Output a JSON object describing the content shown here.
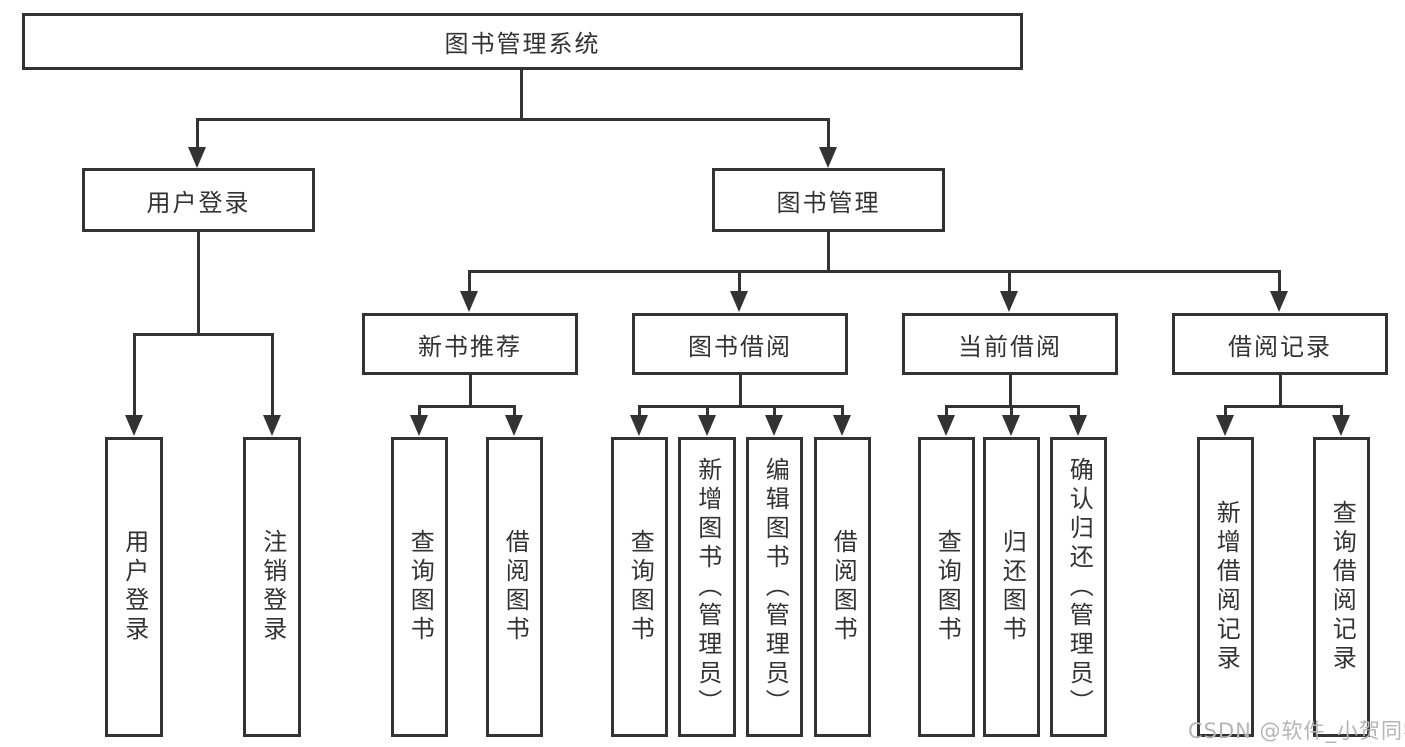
{
  "colors": {
    "line": "#333333",
    "text": "#333333",
    "bg": "#ffffff",
    "watermark": "#b5b5b5"
  },
  "tree": {
    "root": "图书管理系统",
    "branches": [
      {
        "label": "用户登录",
        "children": [
          {
            "label": "用户登录"
          },
          {
            "label": "注销登录"
          }
        ]
      },
      {
        "label": "图书管理",
        "children": [
          {
            "label": "新书推荐",
            "children": [
              {
                "label": "查询图书"
              },
              {
                "label": "借阅图书"
              }
            ]
          },
          {
            "label": "图书借阅",
            "children": [
              {
                "label": "查询图书"
              },
              {
                "label": "新增图书（管理员）"
              },
              {
                "label": "编辑图书（管理员）"
              },
              {
                "label": "借阅图书"
              }
            ]
          },
          {
            "label": "当前借阅",
            "children": [
              {
                "label": "查询图书"
              },
              {
                "label": "归还图书"
              },
              {
                "label": "确认归还（管理员）"
              }
            ]
          },
          {
            "label": "借阅记录",
            "children": [
              {
                "label": "新增借阅记录"
              },
              {
                "label": "查询借阅记录"
              }
            ]
          }
        ]
      }
    ]
  },
  "watermark": "CSDN @软件_小贺同学"
}
